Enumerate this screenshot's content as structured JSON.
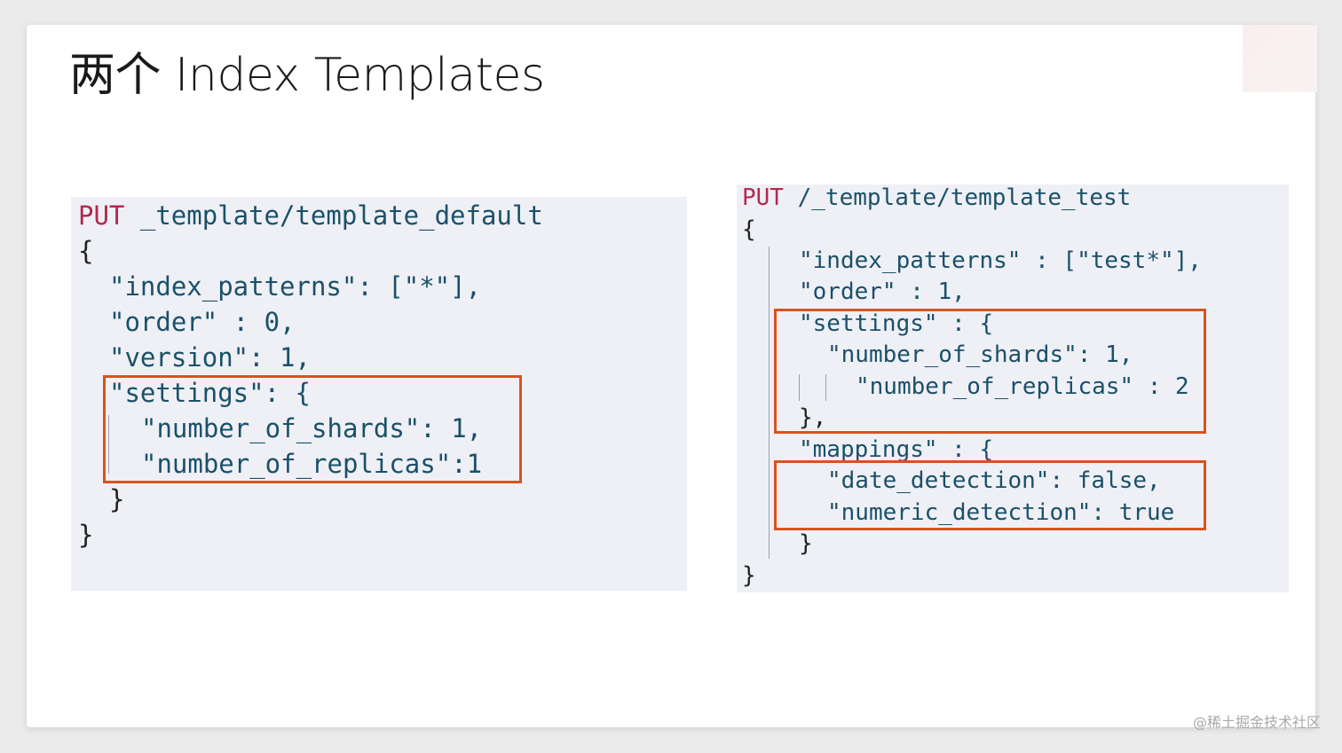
{
  "slide": {
    "title": "两个 Index Templates",
    "watermark": "@稀土掘金技术社区"
  },
  "left_code": {
    "verb": "PUT",
    "path": "_template/template_default",
    "lines": [
      "{",
      "\"index_patterns\": [\"*\"],",
      "\"order\" : 0,",
      "\"version\": 1,",
      "\"settings\": {",
      "\"number_of_shards\": 1,",
      "\"number_of_replicas\":1",
      "}",
      "}"
    ]
  },
  "right_code": {
    "verb": "PUT",
    "path": "/_template/template_test",
    "lines": [
      "{",
      "\"index_patterns\" : [\"test*\"],",
      "\"order\" : 1,",
      "\"settings\" : {",
      "\"number_of_shards\": 1,",
      "\"number_of_replicas\" : 2",
      "},",
      "\"mappings\" : {",
      "\"date_detection\": false,",
      "\"numeric_detection\": true",
      "}",
      "}"
    ]
  },
  "colors": {
    "highlight_box": "#d9531e",
    "code_background": "#eef0f6",
    "verb": "#b3294c",
    "key": "#1b5069"
  }
}
